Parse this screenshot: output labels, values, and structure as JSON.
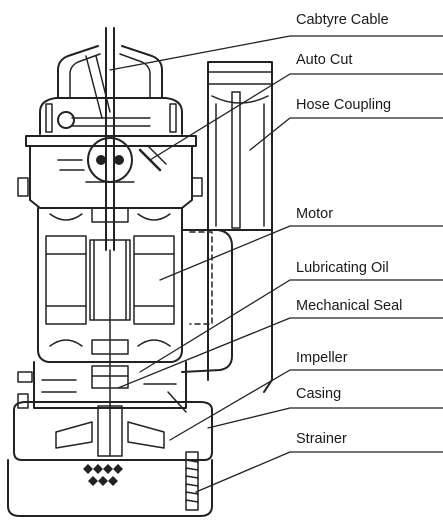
{
  "labels": {
    "cabtyre_cable": "Cabtyre Cable",
    "auto_cut": "Auto Cut",
    "hose_coupling": "Hose Coupling",
    "motor": "Motor",
    "lubricating_oil": "Lubricating Oil",
    "mechanical_seal": "Mechanical Seal",
    "impeller": "Impeller",
    "casing": "Casing",
    "strainer": "Strainer"
  },
  "colors": {
    "line": "#222222",
    "text": "#1a1a1a",
    "background": "#ffffff"
  }
}
